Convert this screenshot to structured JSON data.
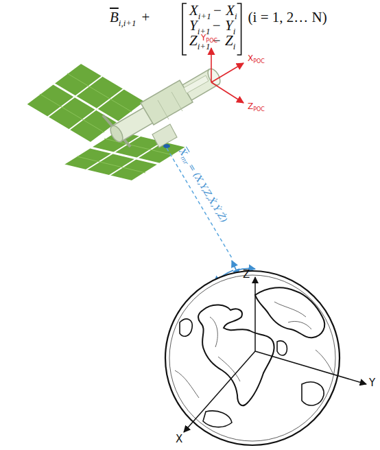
{
  "diagram": {
    "labels": [
      "B",
      "i,i+1",
      "+",
      "X",
      "i+1",
      "− X",
      "i",
      "Y",
      "i+1",
      "− Y",
      "i",
      "Z",
      "i+1",
      "− Z",
      "i",
      "(i = 1, 2… N)",
      "Y",
      "POC",
      "X",
      "POC",
      "Z",
      "POC",
      "X",
      "mr",
      "= (X,Y,Z,Ẋ,Ẏ,Ż)",
      "Z",
      "Y",
      "X"
    ]
  }
}
